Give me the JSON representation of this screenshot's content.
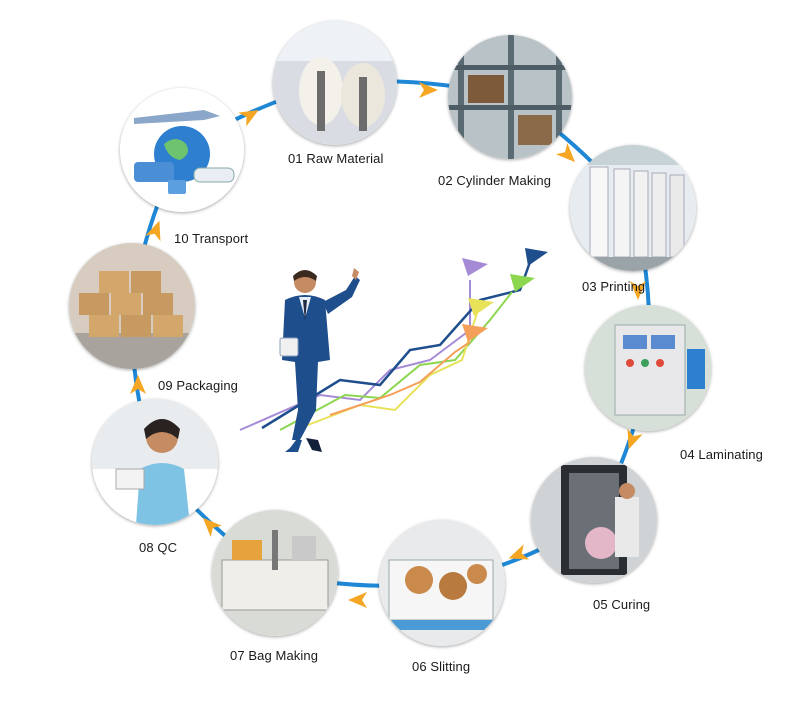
{
  "colors": {
    "ring": "#1e88d6",
    "arrowhead": "#f5a623",
    "suit": "#1f4e8c",
    "shirt": "#e8eef6",
    "line_purple": "#a58ad6",
    "line_green": "#8cd650",
    "line_navy": "#1f4e8c",
    "line_yellow": "#e7e257",
    "line_orange": "#f5a05a"
  },
  "steps": [
    {
      "label": "01 Raw Material",
      "icon": "film-roll-icon"
    },
    {
      "label": "02 Cylinder Making",
      "icon": "cylinder-rack-icon"
    },
    {
      "label": "03 Printing",
      "icon": "printing-press-icon"
    },
    {
      "label": "04 Laminating",
      "icon": "laminator-panel-icon"
    },
    {
      "label": "05 Curing",
      "icon": "curing-oven-icon"
    },
    {
      "label": "06 Slitting",
      "icon": "slitting-machine-icon"
    },
    {
      "label": "07 Bag Making",
      "icon": "bag-machine-icon"
    },
    {
      "label": "08 QC",
      "icon": "inspector-icon"
    },
    {
      "label": "09 Packaging",
      "icon": "carton-stack-icon"
    },
    {
      "label": "10 Transport",
      "icon": "globe-transport-icon"
    }
  ],
  "center_illustration": {
    "icon": "businessman-growth-arrows-icon"
  }
}
